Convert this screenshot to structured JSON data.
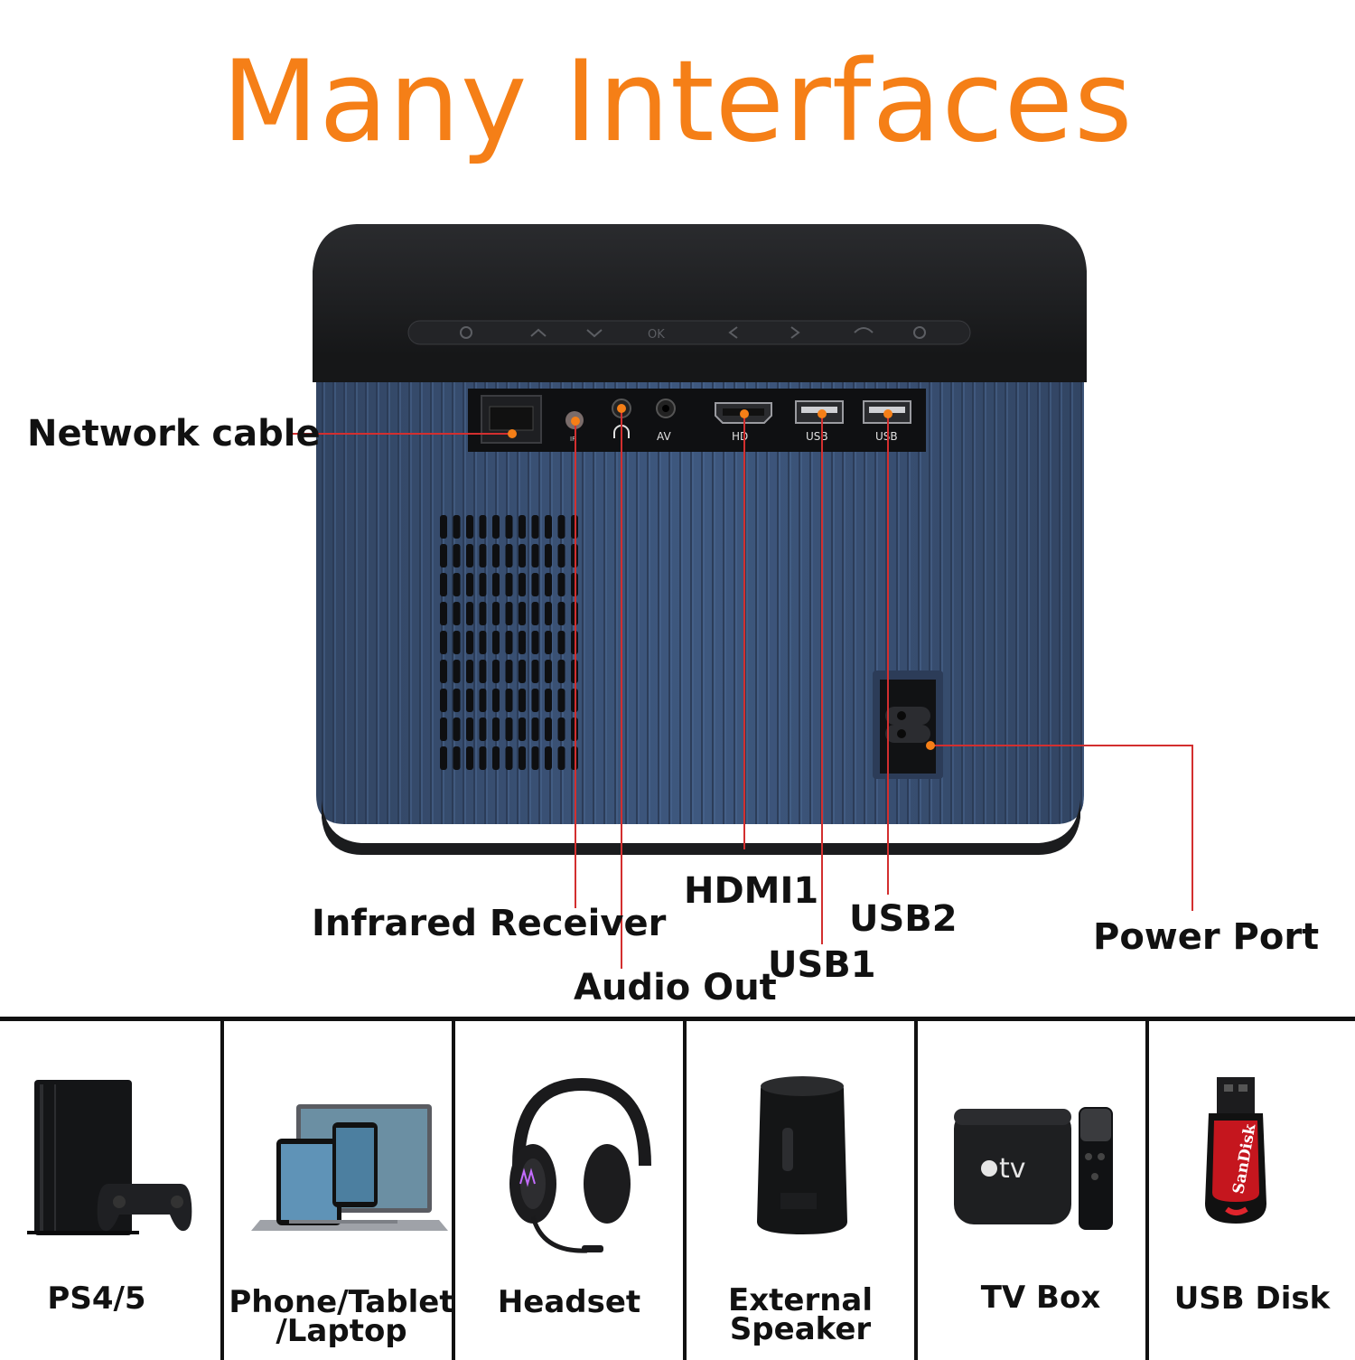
{
  "title": "Many Interfaces",
  "colors": {
    "title": "#f57f17",
    "callout_line": "#d32f2f",
    "callout_dot": "#f57f17",
    "body_blue": "#3c5479",
    "top_black": "#1b1c1e"
  },
  "port_labels": {
    "rj45": "Network cable",
    "ir": "Infrared Receiver",
    "audio": "Audio Out",
    "hdmi": "HDMI1",
    "usb1": "USB1",
    "usb2": "USB2",
    "power": "Power Port"
  },
  "panel_markings": {
    "ir": "IR",
    "av": "AV",
    "hd": "HD",
    "usb1": "USB",
    "usb2": "USB"
  },
  "top_buttons": [
    "power-icon",
    "up-icon",
    "down-icon",
    "ok-icon",
    "left-icon",
    "right-icon",
    "back-icon",
    "menu-icon"
  ],
  "top_button_labels": {
    "ok": "OK"
  },
  "devices": [
    {
      "name": "PS4/5",
      "icon": "game-console-icon"
    },
    {
      "name": "Phone/Tablet /Laptop",
      "line1": "Phone/Tablet",
      "line2": "/Laptop",
      "icon": "laptop-icon"
    },
    {
      "name": "Headset",
      "icon": "headset-icon"
    },
    {
      "name": "External Speaker",
      "line1": "External",
      "line2": "Speaker",
      "icon": "speaker-icon"
    },
    {
      "name": "TV Box",
      "icon": "tv-box-icon",
      "brand": "tv"
    },
    {
      "name": "USB Disk",
      "icon": "usb-disk-icon",
      "brand": "SanDisk"
    }
  ]
}
